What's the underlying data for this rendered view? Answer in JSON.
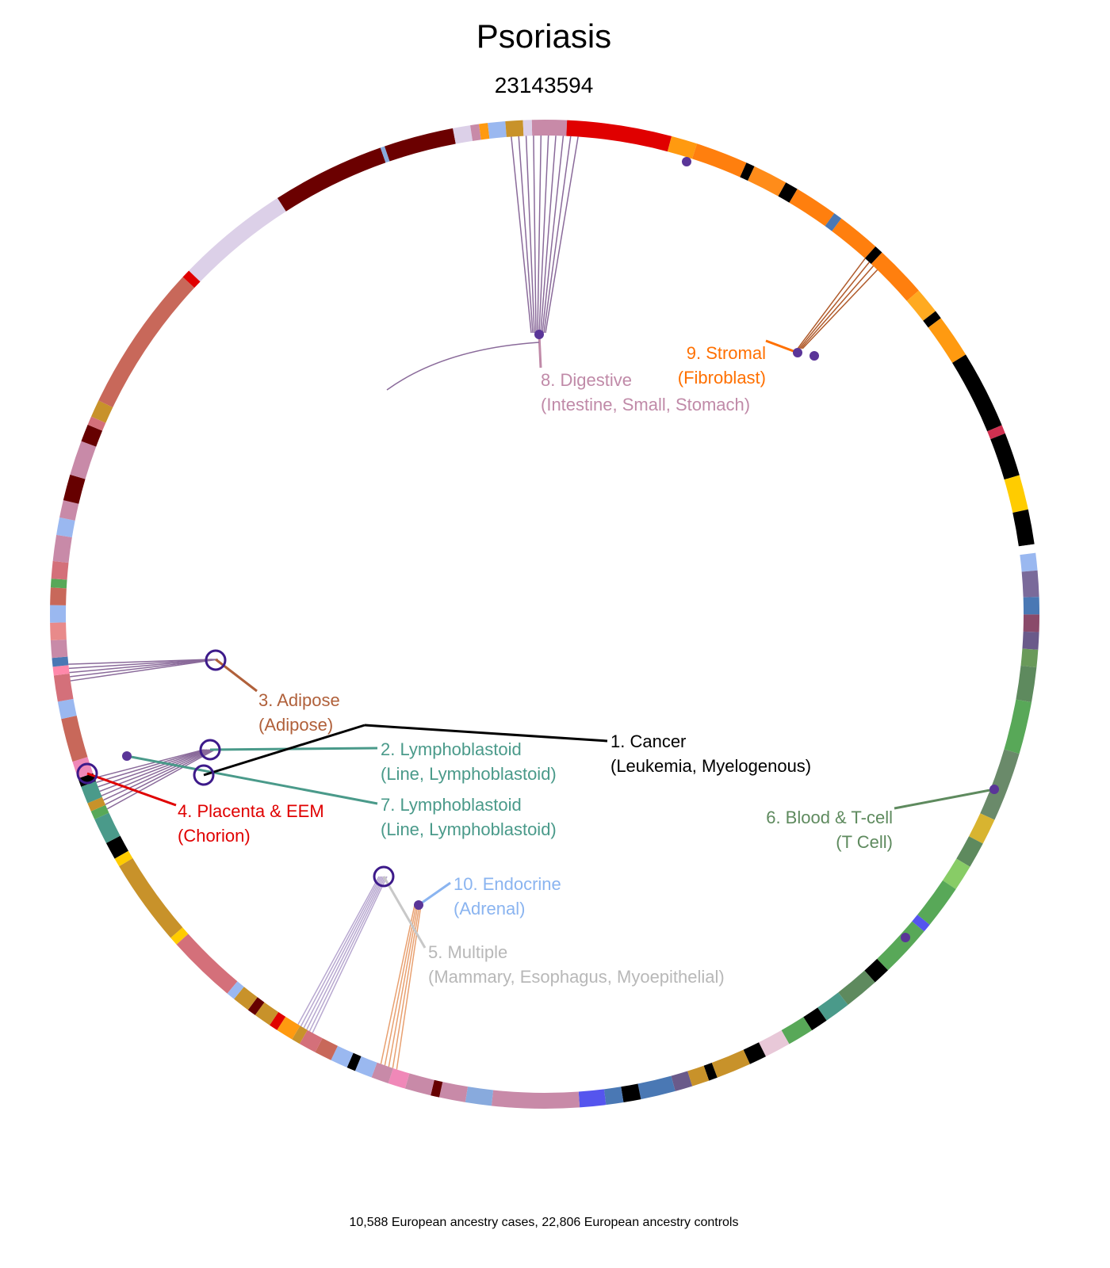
{
  "title": "Psoriasis",
  "subtitle": "23143594",
  "footer": "10,588 European ancestry cases, 22,806 European ancestry controls",
  "clusters": [
    {
      "id": "c1",
      "line1": "1. Cancer",
      "line2": "(Leukemia, Myelogenous)",
      "color": "#000000"
    },
    {
      "id": "c2",
      "line1": "2. Lymphoblastoid",
      "line2": "(Line, Lymphoblastoid)",
      "color": "#4a9a8a"
    },
    {
      "id": "c3",
      "line1": "3. Adipose",
      "line2": "(Adipose)",
      "color": "#b0603a"
    },
    {
      "id": "c4",
      "line1": "4. Placenta & EEM",
      "line2": "(Chorion)",
      "color": "#e00000"
    },
    {
      "id": "c5",
      "line1": "5. Multiple",
      "line2": "(Mammary, Esophagus, Myoepithelial)",
      "color": "#c8c8c8"
    },
    {
      "id": "c6",
      "line1": "6. Blood & T-cell",
      "line2": "(T Cell)",
      "color": "#5e8a5e"
    },
    {
      "id": "c7",
      "line1": "7. Lymphoblastoid",
      "line2": "(Line, Lymphoblastoid)",
      "color": "#4a9a8a"
    },
    {
      "id": "c8",
      "line1": "8. Digestive",
      "line2": "(Intestine, Small, Stomach)",
      "color": "#c08aa8"
    },
    {
      "id": "c9",
      "line1": "9. Stromal",
      "line2": "(Fibroblast)",
      "color": "#ff7000"
    },
    {
      "id": "c10",
      "line1": "10. Endocrine",
      "line2": "(Adrenal)",
      "color": "#8ab4f0"
    }
  ],
  "ring_segments": [
    [
      "#c88aa8",
      4
    ],
    [
      "#e00000",
      12
    ],
    [
      "#ff9a10",
      3
    ],
    [
      "#ff7f0e",
      6
    ],
    [
      "#000000",
      1
    ],
    [
      "#ff8c1a",
      4
    ],
    [
      "#000000",
      1.5
    ],
    [
      "#ff7f0e",
      5
    ],
    [
      "#4a78b4",
      1
    ],
    [
      "#ff7f0e",
      5
    ],
    [
      "#000000",
      1
    ],
    [
      "#ff7f0e",
      6
    ],
    [
      "#ffaa20",
      3
    ],
    [
      "#000000",
      1
    ],
    [
      "#ff9a10",
      5
    ],
    [
      "#000000",
      9
    ],
    [
      "#d03050",
      1
    ],
    [
      "#000000",
      5
    ],
    [
      "#ffcc00",
      4
    ],
    [
      "#000000",
      4
    ],
    [
      "#ffffff",
      1
    ],
    [
      "#9ab8f0",
      2
    ],
    [
      "#7a6a9a",
      3
    ],
    [
      "#4a78b4",
      2
    ],
    [
      "#8a4a6a",
      2
    ],
    [
      "#6a5a8a",
      2
    ],
    [
      "#6a9a5a",
      2
    ],
    [
      "#5e8a5e",
      4
    ],
    [
      "#58a858",
      6
    ],
    [
      "#6a8a6a",
      8
    ],
    [
      "#d8b430",
      3
    ],
    [
      "#5e8a5e",
      3
    ],
    [
      "#88cc66",
      3
    ],
    [
      "#58a858",
      5
    ],
    [
      "#5555ee",
      1
    ],
    [
      "#58a858",
      6
    ],
    [
      "#000000",
      2
    ],
    [
      "#5e8a5e",
      4
    ],
    [
      "#4a9a8a",
      3
    ],
    [
      "#000000",
      2
    ],
    [
      "#58a858",
      3
    ],
    [
      "#e8c8d8",
      3
    ],
    [
      "#000000",
      2
    ],
    [
      "#c8922a",
      4
    ],
    [
      "#000000",
      1
    ],
    [
      "#c8922a",
      2
    ],
    [
      "#6a5a8a",
      2
    ],
    [
      "#4a78b4",
      4
    ],
    [
      "#000000",
      2
    ],
    [
      "#4a78b4",
      2
    ],
    [
      "#5555ee",
      3
    ],
    [
      "#c88aa8",
      10
    ],
    [
      "#88aadd",
      3
    ],
    [
      "#c88aa8",
      3
    ],
    [
      "#660000",
      1
    ],
    [
      "#c88aa8",
      3
    ],
    [
      "#f088b8",
      2
    ],
    [
      "#c88aa8",
      2
    ],
    [
      "#9ab8f0",
      2
    ],
    [
      "#000000",
      1
    ],
    [
      "#9ab8f0",
      2
    ],
    [
      "#c8685a",
      2
    ],
    [
      "#d4707a",
      2
    ],
    [
      "#c8922a",
      1
    ],
    [
      "#ff9a10",
      2
    ],
    [
      "#e00000",
      1
    ],
    [
      "#c8922a",
      2
    ],
    [
      "#660000",
      1
    ],
    [
      "#c8922a",
      2
    ],
    [
      "#9ab8f0",
      1
    ],
    [
      "#d4707a",
      8
    ],
    [
      "#ffcc00",
      1
    ],
    [
      "#c8922a",
      10
    ],
    [
      "#ffcc00",
      1
    ],
    [
      "#000000",
      2
    ],
    [
      "#4a9a8a",
      3
    ],
    [
      "#58a858",
      1
    ],
    [
      "#c8922a",
      1
    ],
    [
      "#4a9a8a",
      2
    ],
    [
      "#000000",
      1
    ],
    [
      "#f088b8",
      2
    ],
    [
      "#c8685a",
      5
    ],
    [
      "#9ab8f0",
      2
    ],
    [
      "#d4707a",
      3
    ],
    [
      "#ff88aa",
      1
    ],
    [
      "#4a78b4",
      1
    ],
    [
      "#c88aa8",
      2
    ],
    [
      "#e88a8a",
      2
    ],
    [
      "#9ab8f0",
      2
    ],
    [
      "#c8685a",
      2
    ],
    [
      "#58a858",
      1
    ],
    [
      "#d4707a",
      2
    ],
    [
      "#c88aa8",
      3
    ],
    [
      "#9ab8f0",
      2
    ],
    [
      "#c88aa8",
      2
    ],
    [
      "#660000",
      3
    ],
    [
      "#c88aa8",
      4
    ],
    [
      "#660000",
      2
    ],
    [
      "#d4707a",
      1
    ],
    [
      "#c8922a",
      2
    ],
    [
      "#c8685a",
      17
    ],
    [
      "#e00000",
      1
    ],
    [
      "#dcd0e8",
      13
    ],
    [
      "#6b0000",
      13
    ],
    [
      "#88aadd",
      0.5
    ],
    [
      "#6b0000",
      8
    ],
    [
      "#dcd0e8",
      2
    ],
    [
      "#c88aa8",
      1
    ],
    [
      "#ff9a10",
      1
    ],
    [
      "#9ab8f0",
      2
    ],
    [
      "#c8922a",
      2
    ],
    [
      "#dcd0e8",
      1
    ]
  ]
}
